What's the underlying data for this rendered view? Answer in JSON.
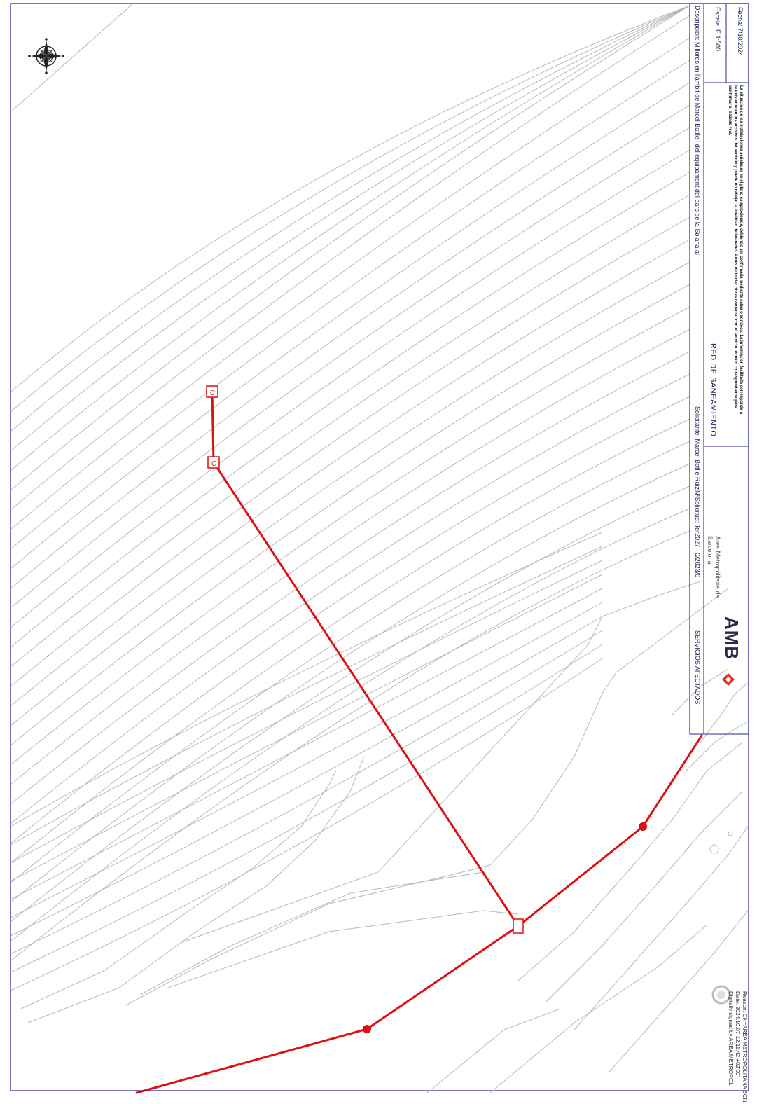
{
  "title_block": {
    "servicios_afectados": "SERVICIOS AFECTADOS",
    "n_solicitud": "NºSolicitud:  Ter2027 - 0/2023/0",
    "solicitante": "Solicitante:   Marcel Batlle Ruiz",
    "descripcion": "Descripción:  Millores en l'àmbit de Marcel Batlle i del equipament del parc de la Solana al",
    "escala": "Escala: E 1:500",
    "fecha": "Fecha: 7/10/2024",
    "title": "RED DE SANEAMIENTO",
    "disclaimer": "La situación de las instalaciones señaladas en el plano es aproximada, debiendo ser confirmada mediante catas o sondeos. La información facilitada corresponde a la existente en los archivos del servicio y puede no reflejar la totalidad de las redes. Antes de iniciar obras contactar con el servicio técnico correspondiente para confirmar el trazado real.",
    "logo_text": "AMB",
    "logo_sub": "Àrea Metropolitana de Barcelona"
  },
  "signature": {
    "line1": "Digitally signed by AREA METROPOL",
    "line2": "Date: 2024.10.07 12:11:42 +02'00'",
    "line3": "Reason: CN=AREA METROPOLITANA BCN"
  },
  "manholes": {
    "m1": "C",
    "m2": "C"
  },
  "colors": {
    "network": "#dd1111",
    "frame": "#4a4ab0",
    "linework": "#b8b8b8"
  },
  "icons": {
    "north_arrow": "compass-rose-icon",
    "signature_seal": "signature-seal-icon",
    "logo_mark": "amb-diamond-icon"
  }
}
